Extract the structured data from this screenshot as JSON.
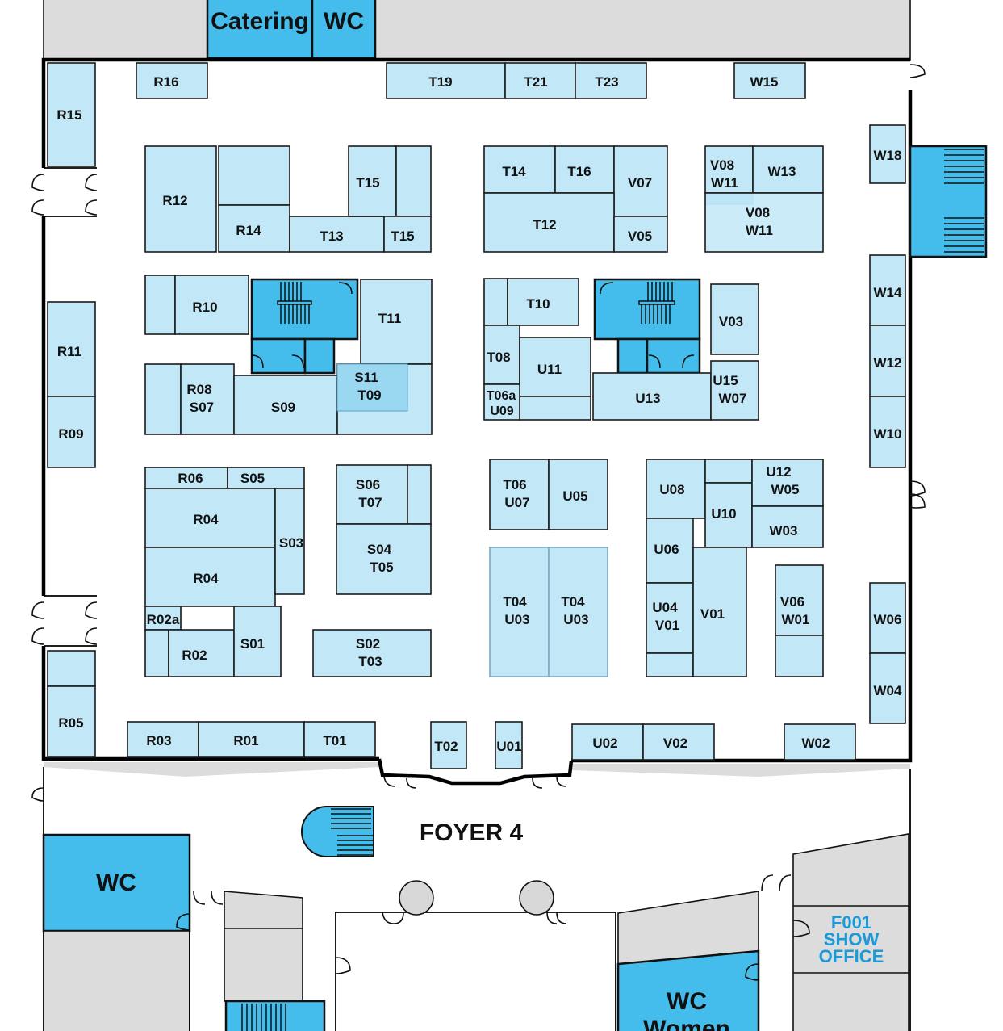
{
  "top_services": [
    {
      "id": "catering",
      "label": "Catering"
    },
    {
      "id": "wc-top",
      "label": "WC"
    }
  ],
  "foyer": {
    "label": "FOYER 4"
  },
  "lower_services": [
    {
      "id": "wc-left",
      "label": "WC"
    },
    {
      "id": "wc-women",
      "label": "WC"
    },
    {
      "id": "wc-women-sub",
      "label": "Women"
    }
  ],
  "show_office": {
    "line1": "F001",
    "line2": "SHOW",
    "line3": "OFFICE"
  },
  "booths": [
    {
      "id": "R16",
      "l1": "R16"
    },
    {
      "id": "T19",
      "l1": "T19"
    },
    {
      "id": "T21",
      "l1": "T21"
    },
    {
      "id": "T23",
      "l1": "T23"
    },
    {
      "id": "W15",
      "l1": "W15"
    },
    {
      "id": "R15",
      "l1": "R15"
    },
    {
      "id": "W18",
      "l1": "W18"
    },
    {
      "id": "R12",
      "l1": "R12"
    },
    {
      "id": "R14",
      "l1": "R14"
    },
    {
      "id": "T13",
      "l1": "T13"
    },
    {
      "id": "T15a",
      "l1": "T15"
    },
    {
      "id": "T15b",
      "l1": "T15"
    },
    {
      "id": "T14",
      "l1": "T14"
    },
    {
      "id": "T16",
      "l1": "T16"
    },
    {
      "id": "V07",
      "l1": "V07"
    },
    {
      "id": "T12",
      "l1": "T12"
    },
    {
      "id": "V05",
      "l1": "V05"
    },
    {
      "id": "V08W11a",
      "l1": "V08",
      "l2": "W11"
    },
    {
      "id": "W13",
      "l1": "W13"
    },
    {
      "id": "V08W11b",
      "l1": "V08",
      "l2": "W11"
    },
    {
      "id": "R10",
      "l1": "R10"
    },
    {
      "id": "T11",
      "l1": "T11"
    },
    {
      "id": "R08S07",
      "l1": "R08",
      "l2": "S07"
    },
    {
      "id": "S09",
      "l1": "S09"
    },
    {
      "id": "S11T09",
      "l1": "S11",
      "l2": "T09"
    },
    {
      "id": "T10",
      "l1": "T10"
    },
    {
      "id": "T08",
      "l1": "T08"
    },
    {
      "id": "U11",
      "l1": "U11"
    },
    {
      "id": "T06aU09",
      "l1": "T06a",
      "l2": "U09"
    },
    {
      "id": "U13",
      "l1": "U13"
    },
    {
      "id": "V03",
      "l1": "V03"
    },
    {
      "id": "U15W07",
      "l1": "U15",
      "l2": "W07"
    },
    {
      "id": "W14",
      "l1": "W14"
    },
    {
      "id": "W12",
      "l1": "W12"
    },
    {
      "id": "W10",
      "l1": "W10"
    },
    {
      "id": "R11",
      "l1": "R11"
    },
    {
      "id": "R09",
      "l1": "R09"
    },
    {
      "id": "R06",
      "l1": "R06"
    },
    {
      "id": "S05",
      "l1": "S05"
    },
    {
      "id": "R04a",
      "l1": "R04"
    },
    {
      "id": "R04b",
      "l1": "R04"
    },
    {
      "id": "S03",
      "l1": "S03"
    },
    {
      "id": "R02a",
      "l1": "R02a"
    },
    {
      "id": "R02",
      "l1": "R02"
    },
    {
      "id": "S01",
      "l1": "S01"
    },
    {
      "id": "S06T07",
      "l1": "S06",
      "l2": "T07"
    },
    {
      "id": "S04T05",
      "l1": "S04",
      "l2": "T05"
    },
    {
      "id": "S02T03",
      "l1": "S02",
      "l2": "T03"
    },
    {
      "id": "T06U07",
      "l1": "T06",
      "l2": "U07"
    },
    {
      "id": "U05",
      "l1": "U05"
    },
    {
      "id": "T04U03a",
      "l1": "T04",
      "l2": "U03"
    },
    {
      "id": "T04U03b",
      "l1": "T04",
      "l2": "U03"
    },
    {
      "id": "U08",
      "l1": "U08"
    },
    {
      "id": "U10",
      "l1": "U10"
    },
    {
      "id": "U12W05",
      "l1": "U12",
      "l2": "W05"
    },
    {
      "id": "W03",
      "l1": "W03"
    },
    {
      "id": "U06",
      "l1": "U06"
    },
    {
      "id": "U04V01",
      "l1": "U04",
      "l2": "V01"
    },
    {
      "id": "V01",
      "l1": "V01"
    },
    {
      "id": "V06W01",
      "l1": "V06",
      "l2": "W01"
    },
    {
      "id": "W06",
      "l1": "W06"
    },
    {
      "id": "W04",
      "l1": "W04"
    },
    {
      "id": "R05",
      "l1": "R05"
    },
    {
      "id": "R03",
      "l1": "R03"
    },
    {
      "id": "R01",
      "l1": "R01"
    },
    {
      "id": "T01",
      "l1": "T01"
    },
    {
      "id": "T02",
      "l1": "T02"
    },
    {
      "id": "U01",
      "l1": "U01"
    },
    {
      "id": "U02",
      "l1": "U02"
    },
    {
      "id": "V02",
      "l1": "V02"
    },
    {
      "id": "W02",
      "l1": "W02"
    }
  ],
  "colors": {
    "booth": "#c2e8f8",
    "core": "#45bdec",
    "service": "#dcdcdc",
    "office_text": "#1a9ad6"
  }
}
